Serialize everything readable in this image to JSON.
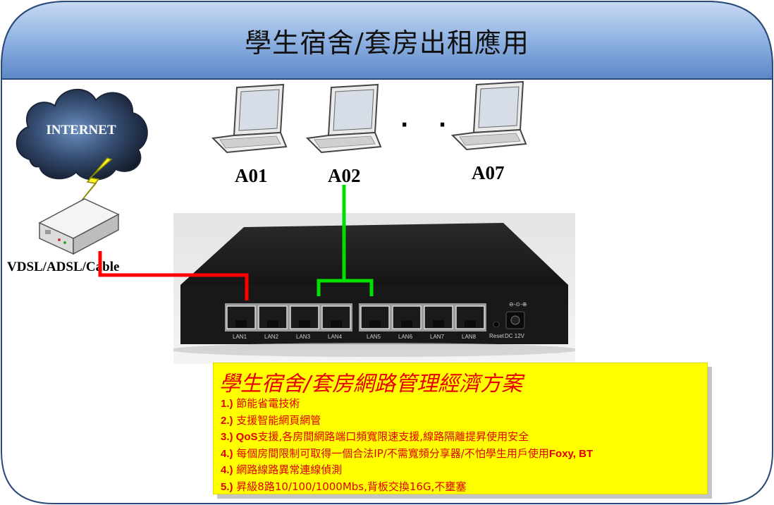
{
  "title": "學生宿舍/套房出租應用",
  "internet_label": "INTERNET",
  "modem_label": "VDSL/ADSL/Cable",
  "laptops": [
    {
      "label": "A01"
    },
    {
      "label": "A02"
    },
    {
      "label": "A07"
    }
  ],
  "ellipsis": "· ·",
  "switch": {
    "ports": [
      "LAN1",
      "LAN2",
      "LAN3",
      "LAN4",
      "LAN5",
      "LAN6",
      "LAN7",
      "LAN8"
    ],
    "reset_label": "Reset",
    "power_label": "DC 12V",
    "power_symbol": "⊖-⊙-⊕"
  },
  "solution": {
    "title": "學生宿舍/套房網路管理經濟方案",
    "items": [
      {
        "num": "1.)",
        "bold": "",
        "text": " 節能省電技術",
        "bold2": ""
      },
      {
        "num": "2.)",
        "bold": "",
        "text": " 支援智能網頁網管",
        "bold2": ""
      },
      {
        "num": "3.)",
        "bold": " QoS",
        "text": "支援,各房間網路端口頻寬限速支援,線路隔離提昇使用安全",
        "bold2": ""
      },
      {
        "num": "4.)",
        "bold": "",
        "text": " 每個房間限制可取得一個合法IP/不需寬頻分享器/不怕學生用戶使用",
        "bold2": "Foxy, BT"
      },
      {
        "num": "4.)",
        "bold": "",
        "text": " 網路線路異常連線偵測",
        "bold2": ""
      },
      {
        "num": "5.)",
        "bold": "",
        "text": " 昇級8路10/100/1000Mbs,背板交換16G,不壅塞",
        "bold2": ""
      }
    ]
  },
  "colors": {
    "header_blue": "#6f9ad4",
    "internet_link": "#ff0000",
    "lan_link": "#00e000",
    "info_bg": "#ffff00",
    "info_text": "#e00000"
  }
}
